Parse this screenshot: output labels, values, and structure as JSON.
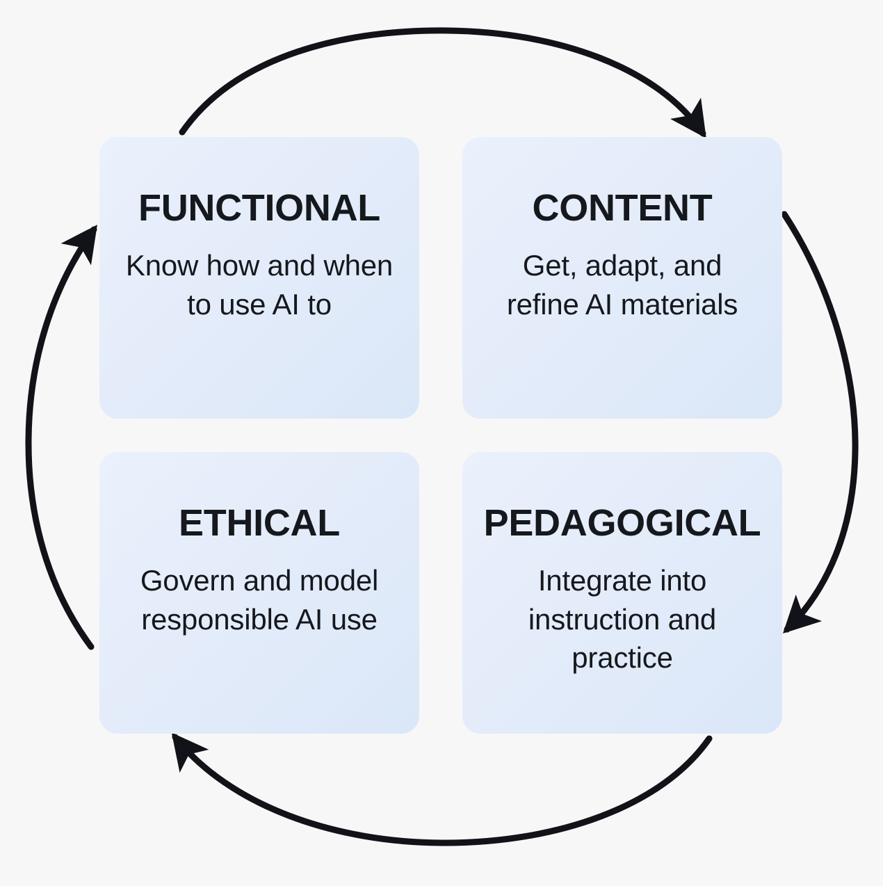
{
  "diagram": {
    "type": "cyclical-quadrant",
    "direction": "clockwise",
    "background_color": "#f7f7f7",
    "card_gradient_start": "#eaf1fc",
    "card_gradient_end": "#dae7f8",
    "text_color": "#15181c",
    "arrow_color": "#111318"
  },
  "cards": [
    {
      "id": "functional",
      "title": "FUNCTIONAL",
      "description": "Know how and when to use AI to"
    },
    {
      "id": "content",
      "title": "CONTENT",
      "description": "Get, adapt, and refine AI materials"
    },
    {
      "id": "ethical",
      "title": "ETHICAL",
      "description": "Govern and model responsible AI use"
    },
    {
      "id": "pedagogical",
      "title": "PEDAGOGICAL",
      "description": "Integrate into instruction and practice"
    }
  ],
  "arrows": [
    {
      "id": "top-arrow",
      "from": "functional",
      "to": "content",
      "icon": "curved-arrow-icon"
    },
    {
      "id": "right-arrow",
      "from": "content",
      "to": "pedagogical",
      "icon": "curved-arrow-icon"
    },
    {
      "id": "bottom-arrow",
      "from": "pedagogical",
      "to": "ethical",
      "icon": "curved-arrow-icon"
    },
    {
      "id": "left-arrow",
      "from": "ethical",
      "to": "functional",
      "icon": "curved-arrow-icon"
    }
  ]
}
